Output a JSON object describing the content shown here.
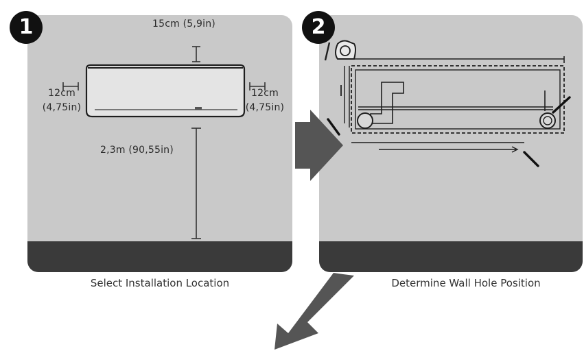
{
  "steps": [
    {
      "number": "1",
      "caption": "Select Installation Location",
      "top_clearance": "15cm (5,9in)",
      "left_clearance_metric": "12cm",
      "left_clearance_imperial": "(4,75in)",
      "right_clearance_metric": "12cm",
      "right_clearance_imperial": "(4,75in)",
      "floor_clearance": "2,3m (90,55in)"
    },
    {
      "number": "2",
      "caption": "Determine Wall Hole Position"
    }
  ],
  "colors": {
    "panel": "#c9c9c9",
    "floor": "#3a3a3a",
    "arrow": "#555555",
    "badge": "#111111"
  }
}
